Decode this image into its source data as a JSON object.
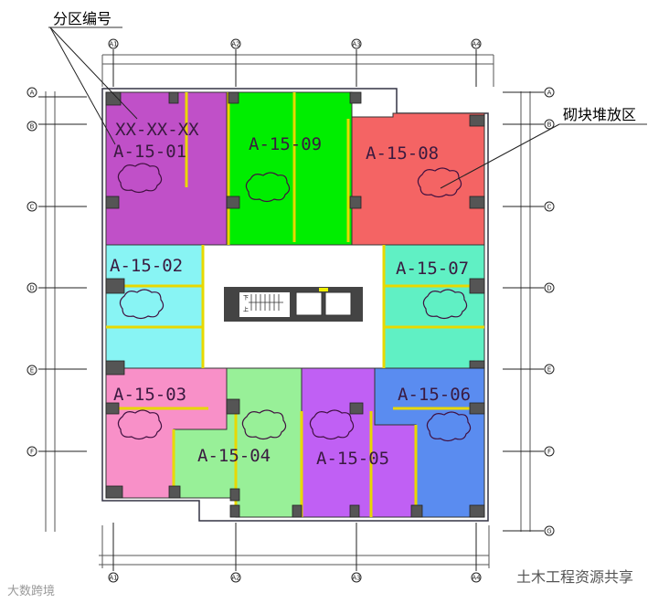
{
  "callouts": {
    "zone_number": "分区编号",
    "block_stacking": "砌块堆放区",
    "template": "XX-XX-XX"
  },
  "axes": {
    "columns": [
      "A1",
      "A2",
      "A3",
      "A4"
    ],
    "rows": [
      "A",
      "B",
      "C",
      "D",
      "E",
      "F",
      "G"
    ]
  },
  "zones": [
    {
      "label": "A-15-01",
      "color": "#c050c8"
    },
    {
      "label": "A-15-02",
      "color": "#88f4f4"
    },
    {
      "label": "A-15-03",
      "color": "#f890c8"
    },
    {
      "label": "A-15-04",
      "color": "#98f098"
    },
    {
      "label": "A-15-05",
      "color": "#c060f4"
    },
    {
      "label": "A-15-06",
      "color": "#5a8cf0"
    },
    {
      "label": "A-15-07",
      "color": "#60f0c4"
    },
    {
      "label": "A-15-08",
      "color": "#f46464"
    },
    {
      "label": "A-15-09",
      "color": "#00ee00"
    }
  ],
  "core": {
    "down": "下",
    "up": "上"
  },
  "watermarks": {
    "left": "大数跨境",
    "right": "土木工程资源共享"
  }
}
